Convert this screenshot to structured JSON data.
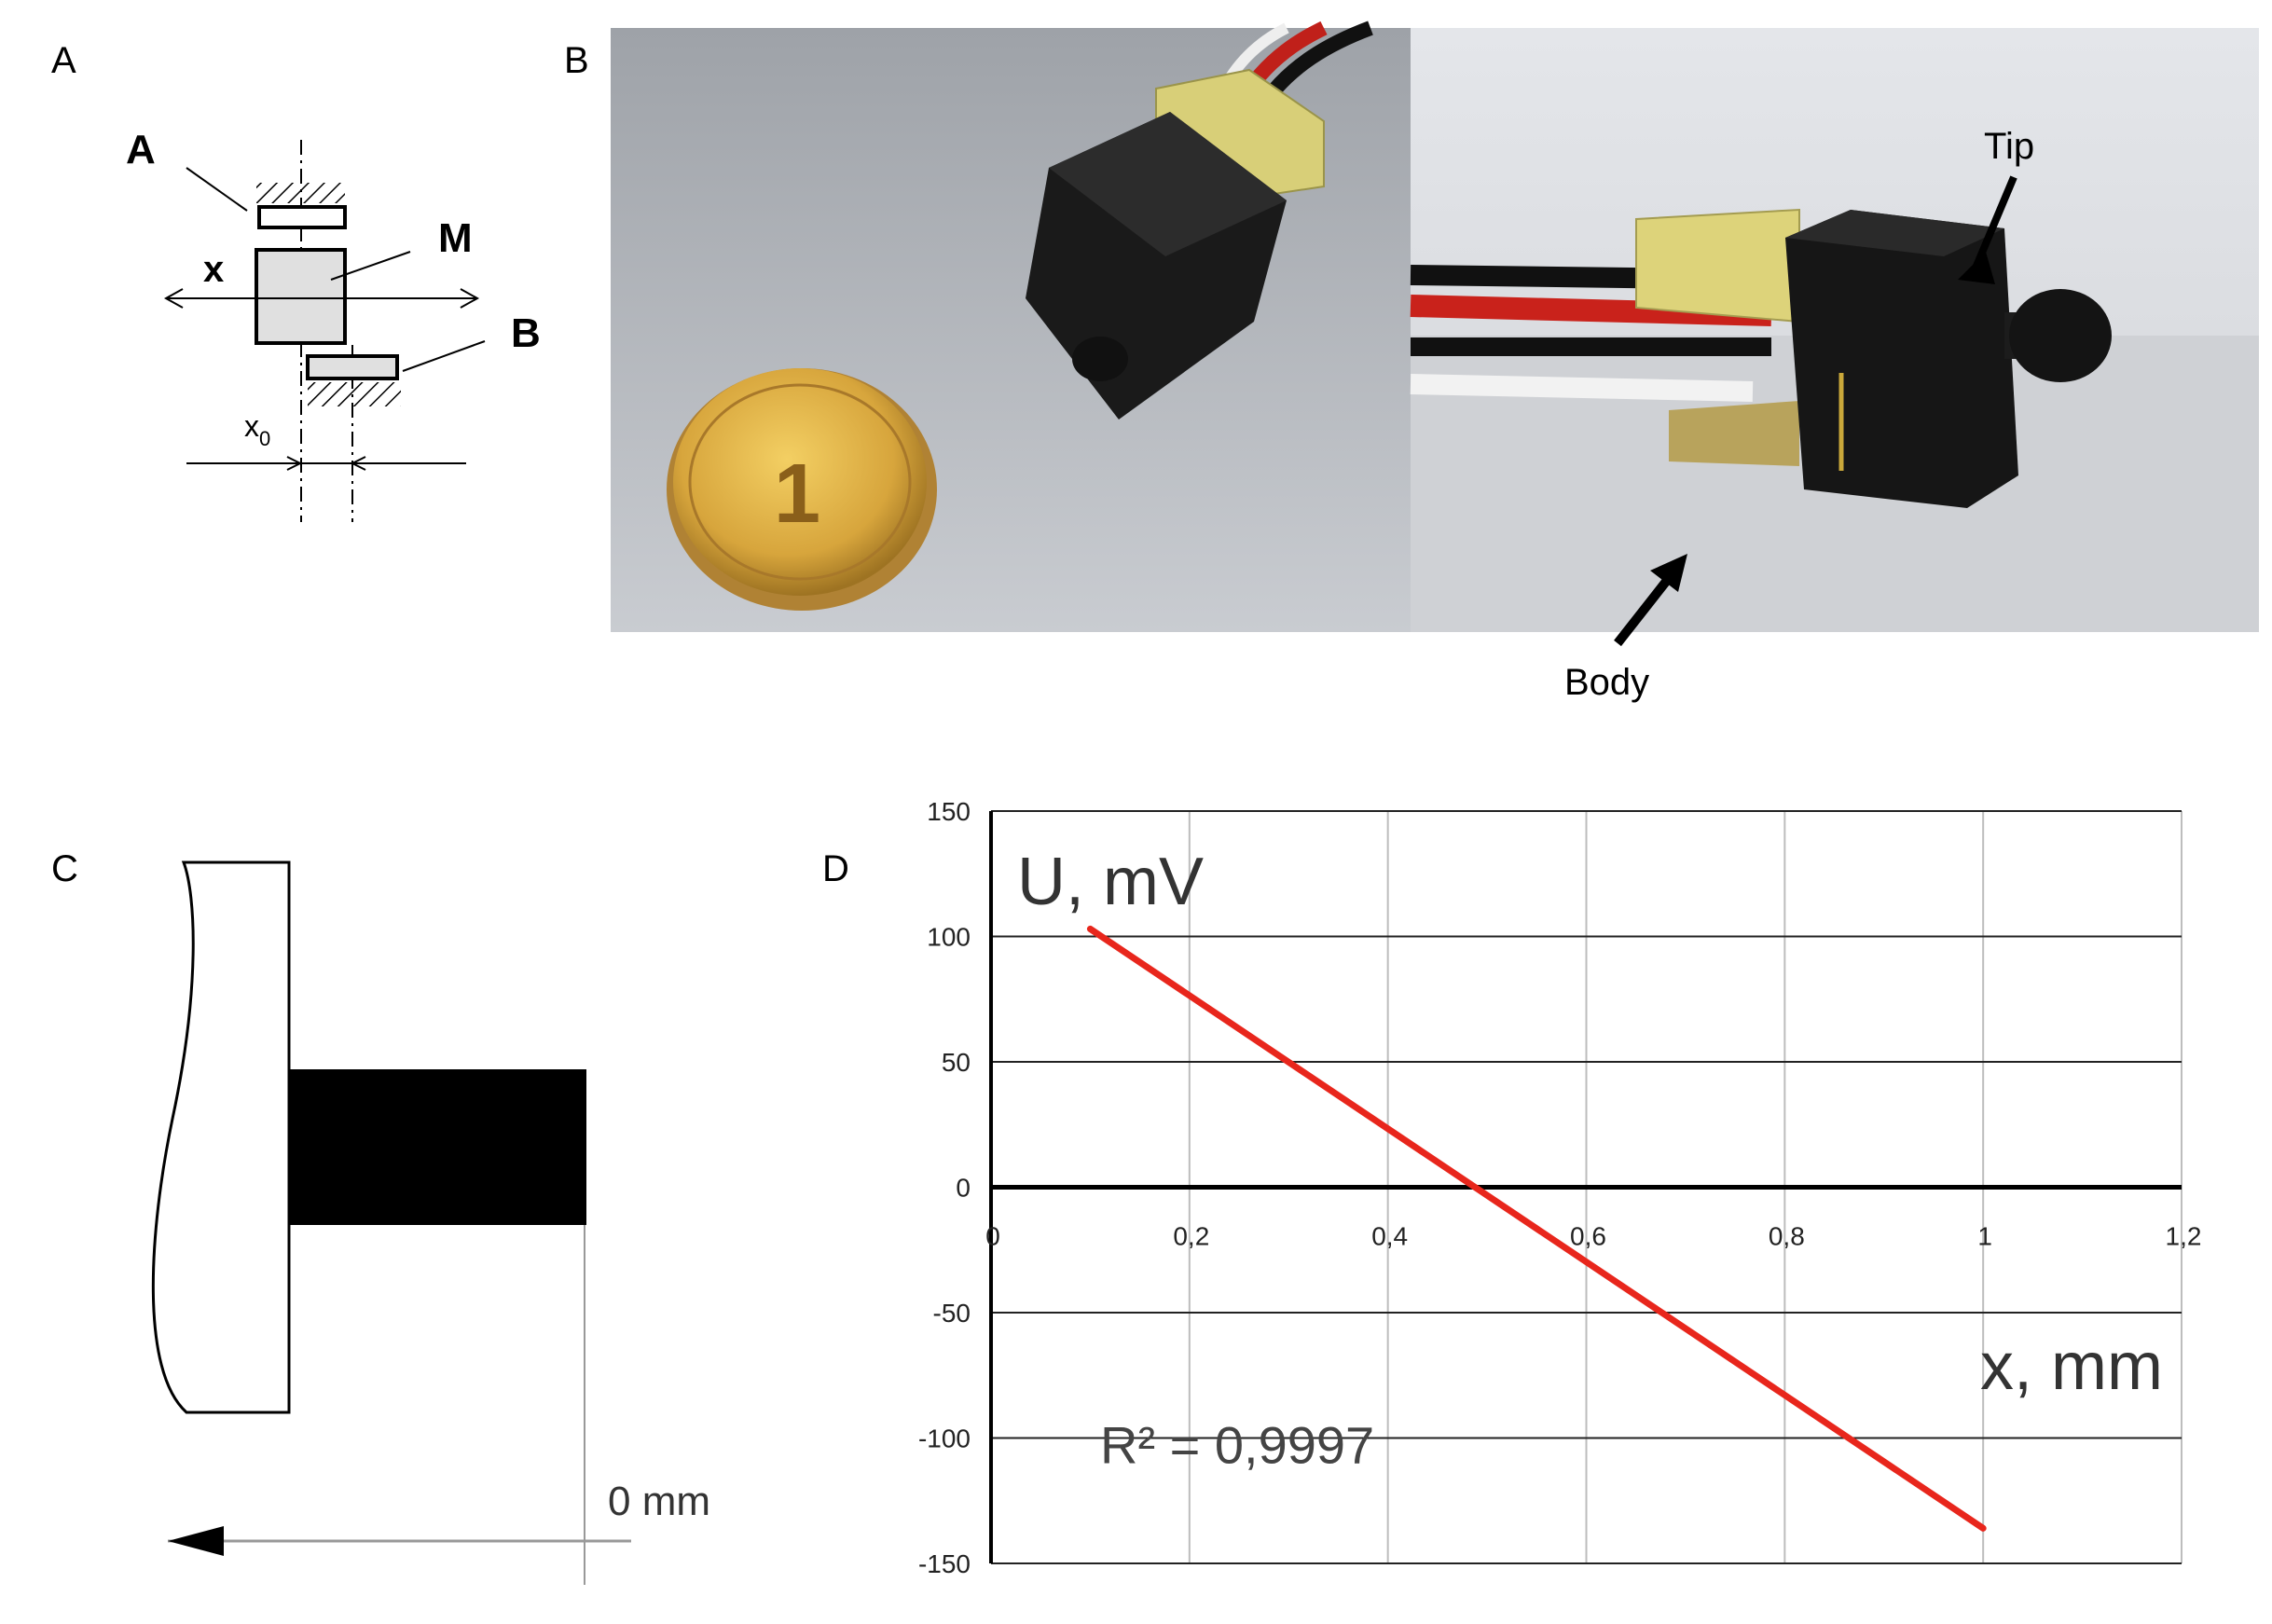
{
  "panels": {
    "a": {
      "letter": "A",
      "labels": {
        "a": "A",
        "m": "M",
        "b": "B",
        "x": "x",
        "x0_base": "x",
        "x0_sub": "0"
      }
    },
    "b": {
      "letter": "B",
      "labels": {
        "tip": "Tip",
        "body": "Body",
        "coin_digit": "1"
      }
    },
    "c": {
      "letter": "C",
      "labels": {
        "zero": "0 mm"
      }
    },
    "d": {
      "letter": "D",
      "labels": {
        "r2": "R² = 0,9997"
      }
    }
  },
  "colors": {
    "line": "#e8261c",
    "grid": "#bdbdbd",
    "axis": "#000000"
  },
  "chart_data": {
    "type": "line",
    "xlabel": "x, mm",
    "ylabel": "U, mV",
    "xlim": [
      0,
      1.2
    ],
    "ylim": [
      -150,
      150
    ],
    "x_ticks": [
      0,
      0.2,
      0.4,
      0.6,
      0.8,
      1,
      1.2
    ],
    "x_tick_labels": [
      "0",
      "0,2",
      "0,4",
      "0,6",
      "0,8",
      "1",
      "1,2"
    ],
    "y_ticks": [
      150,
      100,
      50,
      0,
      -50,
      -100,
      -150
    ],
    "y_tick_labels": [
      "150",
      "100",
      "50",
      "0",
      "-50",
      "-100",
      "-150"
    ],
    "grid": true,
    "series": [
      {
        "x": [
          0.1,
          1.0
        ],
        "y": [
          103,
          -136
        ]
      }
    ],
    "annotation": "R² = 0,9997"
  }
}
